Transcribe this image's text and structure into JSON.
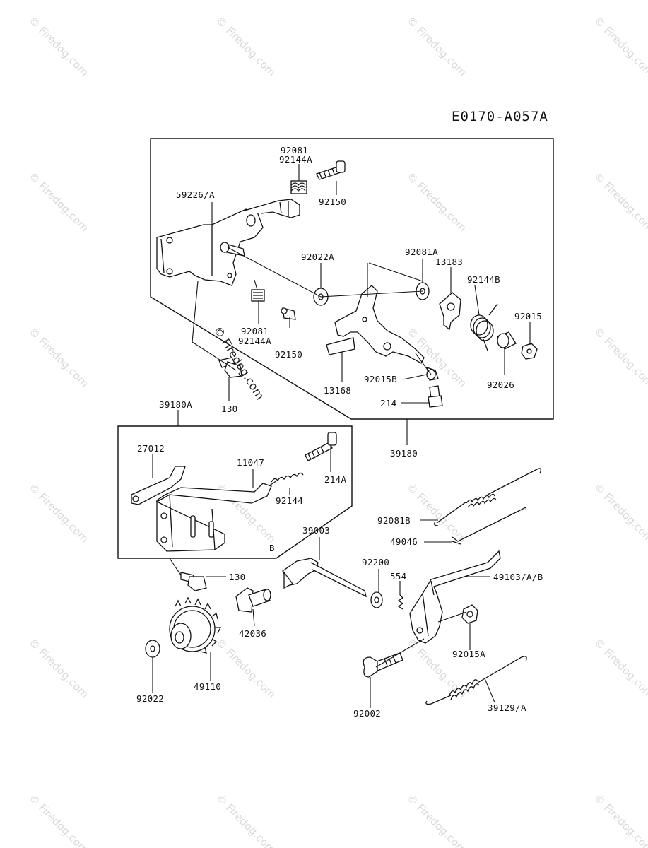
{
  "diagram": {
    "code": "E0170-A057A",
    "watermark": "© Firedog.com",
    "parts": [
      {
        "id": "p-92081-top",
        "text": "92081"
      },
      {
        "id": "p-92144A-top",
        "text": "92144A"
      },
      {
        "id": "p-92150-top",
        "text": "92150"
      },
      {
        "id": "p-59226A",
        "text": "59226/A"
      },
      {
        "id": "p-92022A",
        "text": "92022A"
      },
      {
        "id": "p-92081A",
        "text": "92081A"
      },
      {
        "id": "p-13183",
        "text": "13183"
      },
      {
        "id": "p-92144B",
        "text": "92144B"
      },
      {
        "id": "p-92015",
        "text": "92015"
      },
      {
        "id": "p-92081-mid",
        "text": "92081"
      },
      {
        "id": "p-92144A-mid",
        "text": "92144A"
      },
      {
        "id": "p-92150-mid",
        "text": "92150"
      },
      {
        "id": "p-92015B",
        "text": "92015B"
      },
      {
        "id": "p-92026",
        "text": "92026"
      },
      {
        "id": "p-13168",
        "text": "13168"
      },
      {
        "id": "p-214",
        "text": "214"
      },
      {
        "id": "p-130-top",
        "text": "130"
      },
      {
        "id": "p-39180",
        "text": "39180"
      },
      {
        "id": "p-39180A",
        "text": "39180A"
      },
      {
        "id": "p-27012",
        "text": "27012"
      },
      {
        "id": "p-11047",
        "text": "11047"
      },
      {
        "id": "p-214A",
        "text": "214A"
      },
      {
        "id": "p-92144",
        "text": "92144"
      },
      {
        "id": "p-B",
        "text": "B"
      },
      {
        "id": "p-92081B",
        "text": "92081B"
      },
      {
        "id": "p-49046",
        "text": "49046"
      },
      {
        "id": "p-39003",
        "text": "39003"
      },
      {
        "id": "p-92200",
        "text": "92200"
      },
      {
        "id": "p-554",
        "text": "554"
      },
      {
        "id": "p-49103AB",
        "text": "49103/A/B"
      },
      {
        "id": "p-130-bot",
        "text": "130"
      },
      {
        "id": "p-42036",
        "text": "42036"
      },
      {
        "id": "p-92015A",
        "text": "92015A"
      },
      {
        "id": "p-92022",
        "text": "92022"
      },
      {
        "id": "p-49110",
        "text": "49110"
      },
      {
        "id": "p-92002",
        "text": "92002"
      },
      {
        "id": "p-39129A",
        "text": "39129/A"
      }
    ]
  }
}
